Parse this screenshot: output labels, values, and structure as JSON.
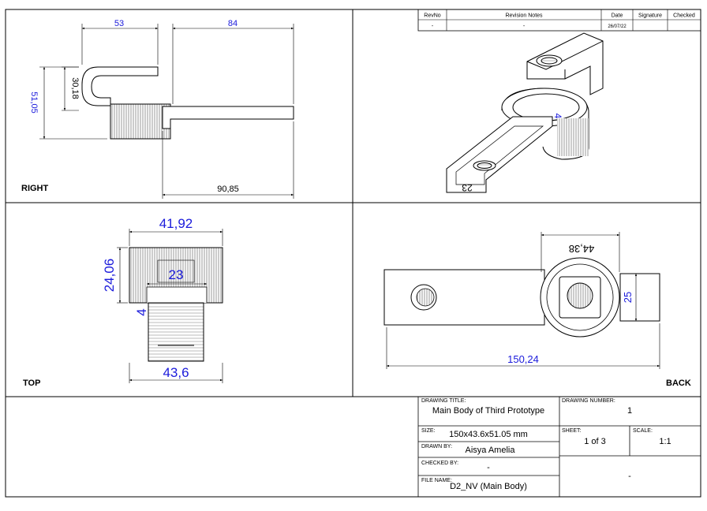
{
  "revision_table": {
    "headers": [
      "RevNo",
      "Revision Notes",
      "Date",
      "Signature",
      "Checked"
    ],
    "row": [
      "-",
      "-",
      "26/07/22",
      "",
      ""
    ]
  },
  "views": {
    "right": {
      "label": "RIGHT",
      "dims": {
        "top_width": "53",
        "arm_width": "84",
        "overall_height": "51,05",
        "hook_height": "30,18",
        "base_width": "90,85"
      }
    },
    "iso": {
      "dims": {
        "slot_width": "23",
        "wall_thickness": "4"
      }
    },
    "top": {
      "label": "TOP",
      "dims": {
        "head_width": "41,92",
        "head_height": "24,06",
        "slot_width": "23",
        "wall": "4",
        "bottom_width": "43,6"
      }
    },
    "back": {
      "label": "BACK",
      "dims": {
        "ring_dia": "44,38",
        "square": "25",
        "overall_length": "150,24"
      }
    }
  },
  "title_block": {
    "drawing_title_label": "DRAWING TITLE:",
    "drawing_title": "Main Body of Third Prototype",
    "drawing_number_label": "DRAWING NUMBER:",
    "drawing_number": "1",
    "size_label": "SIZE:",
    "size": "150x43.6x51.05 mm",
    "sheet_label": "SHEET:",
    "sheet": "1 of 3",
    "scale_label": "SCALE:",
    "scale": "1:1",
    "drawn_by_label": "DRAWN BY:",
    "drawn_by": "Aisya Amelia",
    "checked_by_label": "CHECKED BY:",
    "checked_by": "-",
    "file_name_label": "FILE NAME:",
    "file_name": "D2_NV (Main Body)",
    "extra": "-"
  }
}
